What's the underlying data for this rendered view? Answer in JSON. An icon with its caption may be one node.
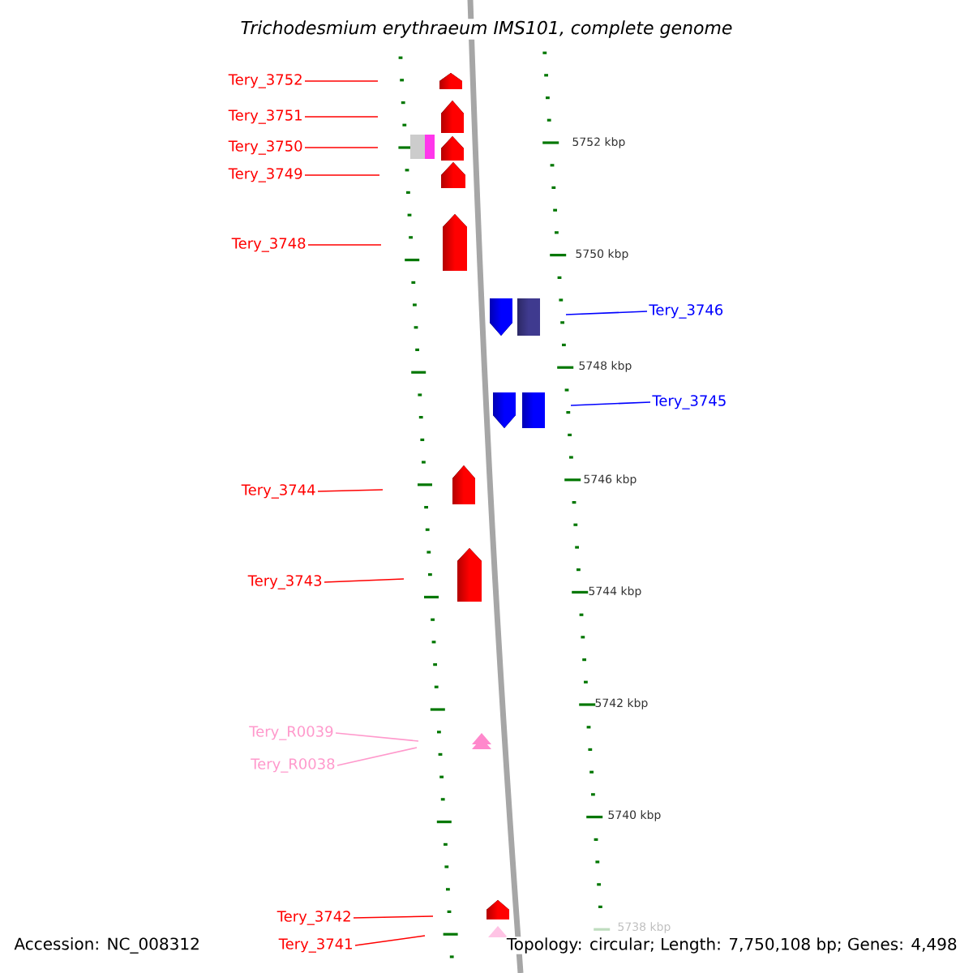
{
  "diagram": {
    "title": "Trichodesmium erythraeum IMS101, complete genome",
    "nodes": [
      {
        "text": [
          "Tery_3752"
        ]
      },
      {
        "text": [
          "Tery_3751"
        ]
      },
      {
        "text": [
          "Tery_3750"
        ]
      },
      {
        "text": [
          "Tery_3749"
        ]
      },
      {
        "text": [
          "Tery_3748"
        ]
      },
      {
        "text": [
          "Tery_3746"
        ]
      },
      {
        "text": [
          "Tery_3745"
        ]
      },
      {
        "text": [
          "Tery_3744"
        ]
      },
      {
        "text": [
          "Tery_3743"
        ]
      },
      {
        "text": [
          "Tery_R0039"
        ]
      },
      {
        "text": [
          "Tery_R0038"
        ]
      },
      {
        "text": [
          "Tery_3742"
        ]
      },
      {
        "text": [
          "Tery_3741"
        ]
      }
    ],
    "edges": [
      {
        "from": 0,
        "to": null,
        "arrow": "none"
      },
      {
        "from": 1,
        "to": null,
        "arrow": "none"
      },
      {
        "from": 2,
        "to": null,
        "arrow": "none"
      },
      {
        "from": 3,
        "to": null,
        "arrow": "none"
      },
      {
        "from": 4,
        "to": null,
        "arrow": "none"
      },
      {
        "from": 5,
        "to": null,
        "arrow": "none",
        "color": "#0000ff"
      },
      {
        "from": 6,
        "to": null,
        "arrow": "none",
        "color": "#0000ff"
      },
      {
        "from": 7,
        "to": null,
        "arrow": "none"
      },
      {
        "from": 8,
        "to": null,
        "arrow": "none"
      },
      {
        "from": 9,
        "to": null,
        "arrow": "none",
        "color": "#ff99cc"
      },
      {
        "from": 10,
        "to": null,
        "arrow": "none",
        "color": "#ff99cc"
      },
      {
        "from": 11,
        "to": null,
        "arrow": "none"
      },
      {
        "from": 12,
        "to": null,
        "arrow": "none"
      }
    ],
    "labels": [
      "5752 kbp",
      "5750 kbp",
      "5748 kbp",
      "5746 kbp",
      "5744 kbp",
      "5742 kbp",
      "5740 kbp",
      "5738 kbp",
      "Accession: NC_008312",
      "Topology: circular; Length: 7,750,108 bp; Genes: 4,498"
    ]
  }
}
